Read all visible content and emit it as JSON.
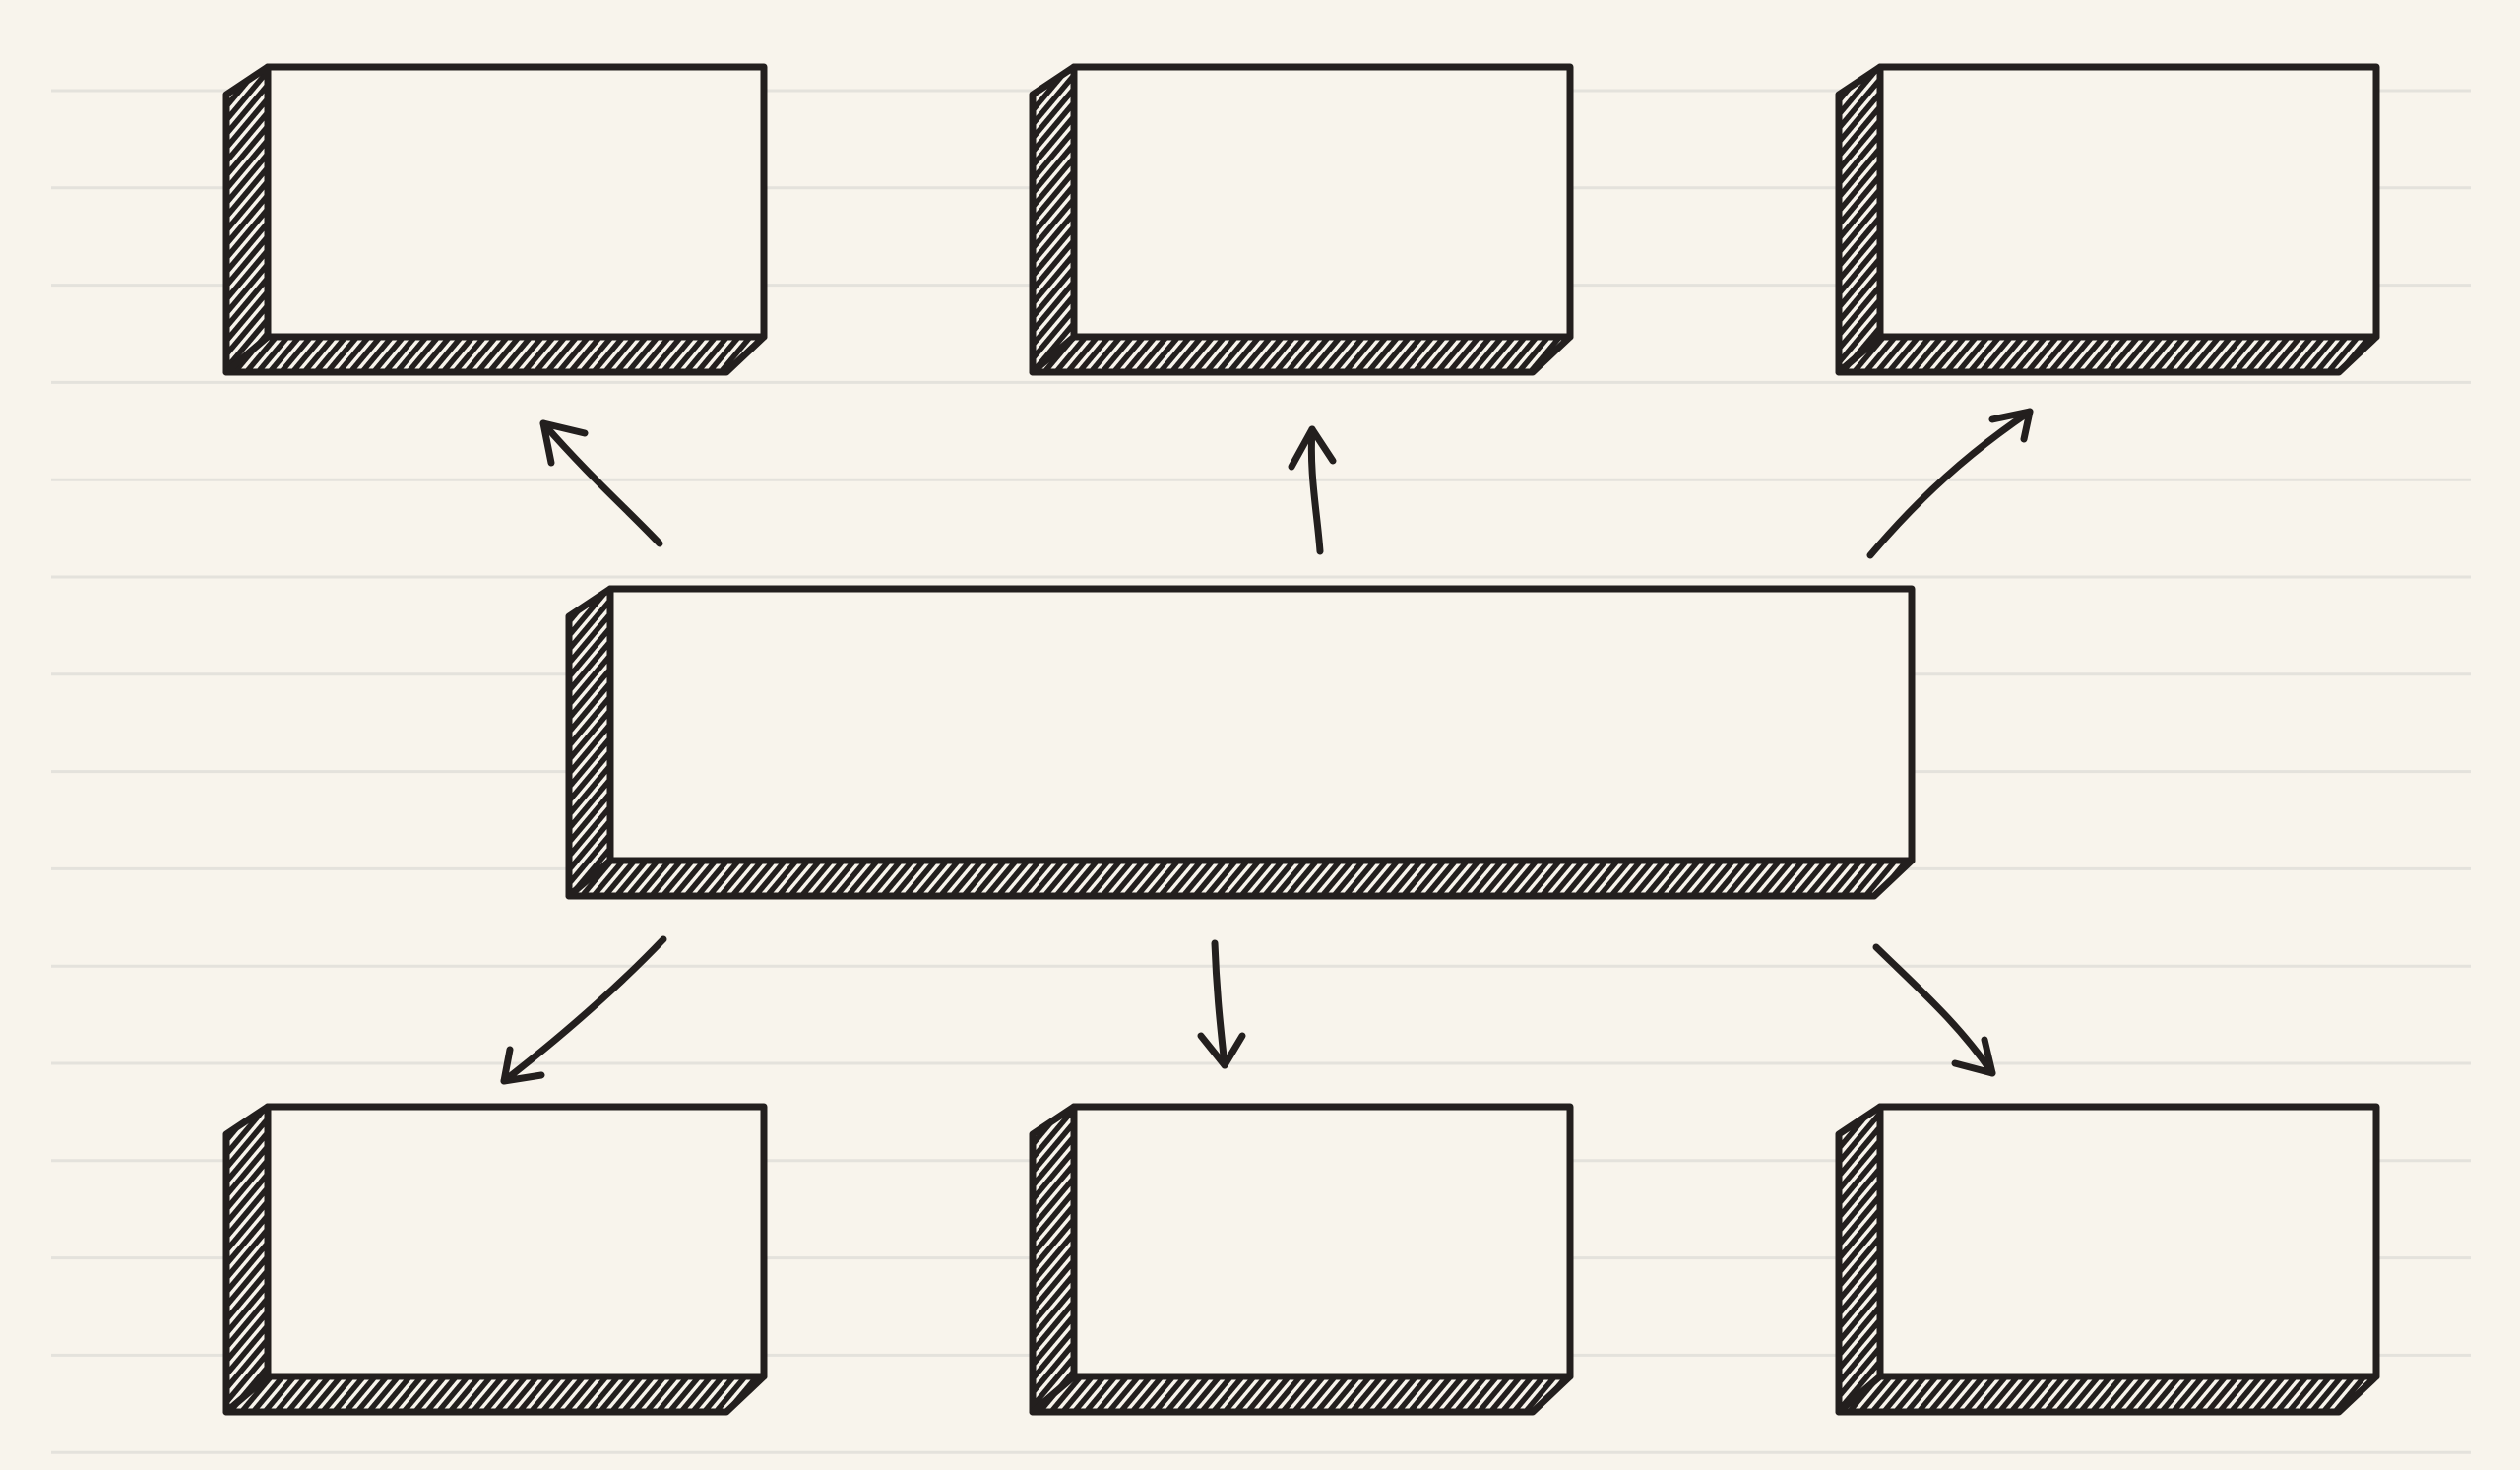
{
  "diagram": {
    "colors": {
      "paper": "#f8f4ec",
      "rule_lines": "#e4e2dc",
      "ink": "#231f1e",
      "box_fill": "#f8f4ec"
    },
    "style": "hand-drawn sketch, hatched 3D boxes on ruled paper",
    "central_box": {
      "label": ""
    },
    "outer_boxes": [
      {
        "id": "top-left",
        "label": ""
      },
      {
        "id": "top-center",
        "label": ""
      },
      {
        "id": "top-right",
        "label": ""
      },
      {
        "id": "bottom-left",
        "label": ""
      },
      {
        "id": "bottom-center",
        "label": ""
      },
      {
        "id": "bottom-right",
        "label": ""
      }
    ],
    "connections": [
      {
        "from": "center",
        "to": "top-left"
      },
      {
        "from": "center",
        "to": "top-center"
      },
      {
        "from": "center",
        "to": "top-right"
      },
      {
        "from": "center",
        "to": "bottom-left"
      },
      {
        "from": "center",
        "to": "bottom-center"
      },
      {
        "from": "center",
        "to": "bottom-right"
      }
    ]
  }
}
